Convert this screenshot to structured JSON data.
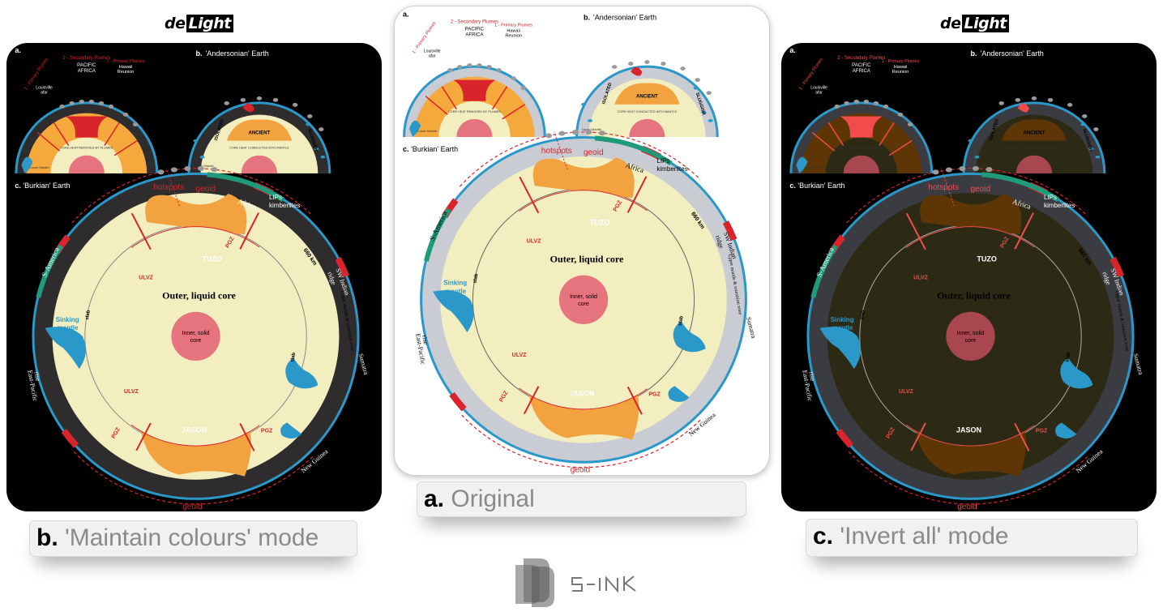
{
  "brand": {
    "de": "de",
    "light": "Light"
  },
  "figure": {
    "part_a": "a.",
    "part_b": "b.",
    "part_b_title": "'Andersonian' Earth",
    "part_c": "c.",
    "part_c_title": "'Burkian' Earth",
    "secondary_plumes": "2 - Secondary Plumes",
    "primary_plumes_left": "1 - Primary Plumes",
    "primary_plumes_right": "1 - Primary Plumes",
    "pacific": "PACIFIC",
    "africa_caps": "AFRICA",
    "hawaii": "Hawaii",
    "reunion": "Reunion",
    "louisville": "Louisville",
    "afar": "afar",
    "core_heat_removed": "CORE HEAT REMOVED BY PLUMES",
    "core_heat_conducted": "CORE HEAT CONDUCTED INTO MANTLE",
    "lower_mantle": "Lower Mantle",
    "upper_mantle": "Upper Mantle",
    "ancient": "ANCIENT",
    "isolated": "ISOLATED",
    "sluggish": "SLUGGISH",
    "hotspots": "hotspots",
    "geoid": "geoid",
    "africa": "Africa",
    "lips": "LIPs",
    "kimberlites": "kimberlites",
    "tuzo": "TUZO",
    "jason": "JASON",
    "ulvz": "ULVZ",
    "pgz": "PGZ",
    "km660": "660 km",
    "sw_indian": "SW Indian",
    "ridge": "ridge",
    "s_america": "S-America",
    "outer_core": "Outer, liquid core",
    "inner_core_1": "Inner, solid",
    "inner_core_2": "core",
    "sinking": "Sinking",
    "mantle": "mantle",
    "sumatra": "Sumatra",
    "east_pacific": "East-Pacific",
    "rise": "rise",
    "new_guinea": "New Guinea",
    "upper_mantle_tz": "Upper mantle & transition zone",
    "slab": "slab"
  },
  "captions": {
    "b_letter": "b.",
    "b_text": "'Maintain colours' mode",
    "a_letter": "a.",
    "a_text": "Original",
    "c_letter": "c.",
    "c_text": "'Invert all' mode"
  },
  "footer_logo": "s-Ink",
  "colors": {
    "original_mantle": "#f2eec0",
    "original_crust": "#c9ccd3",
    "original_llsvp": "#f2a340",
    "original_plume": "#d9242b",
    "original_slab": "#2a98c8",
    "maintain_crust": "#2e2c2c",
    "invert_mantle": "#2c2a14",
    "invert_crust": "#3a3c42",
    "invert_llsvp": "#5e3606",
    "invert_plume": "#f24b4b"
  }
}
